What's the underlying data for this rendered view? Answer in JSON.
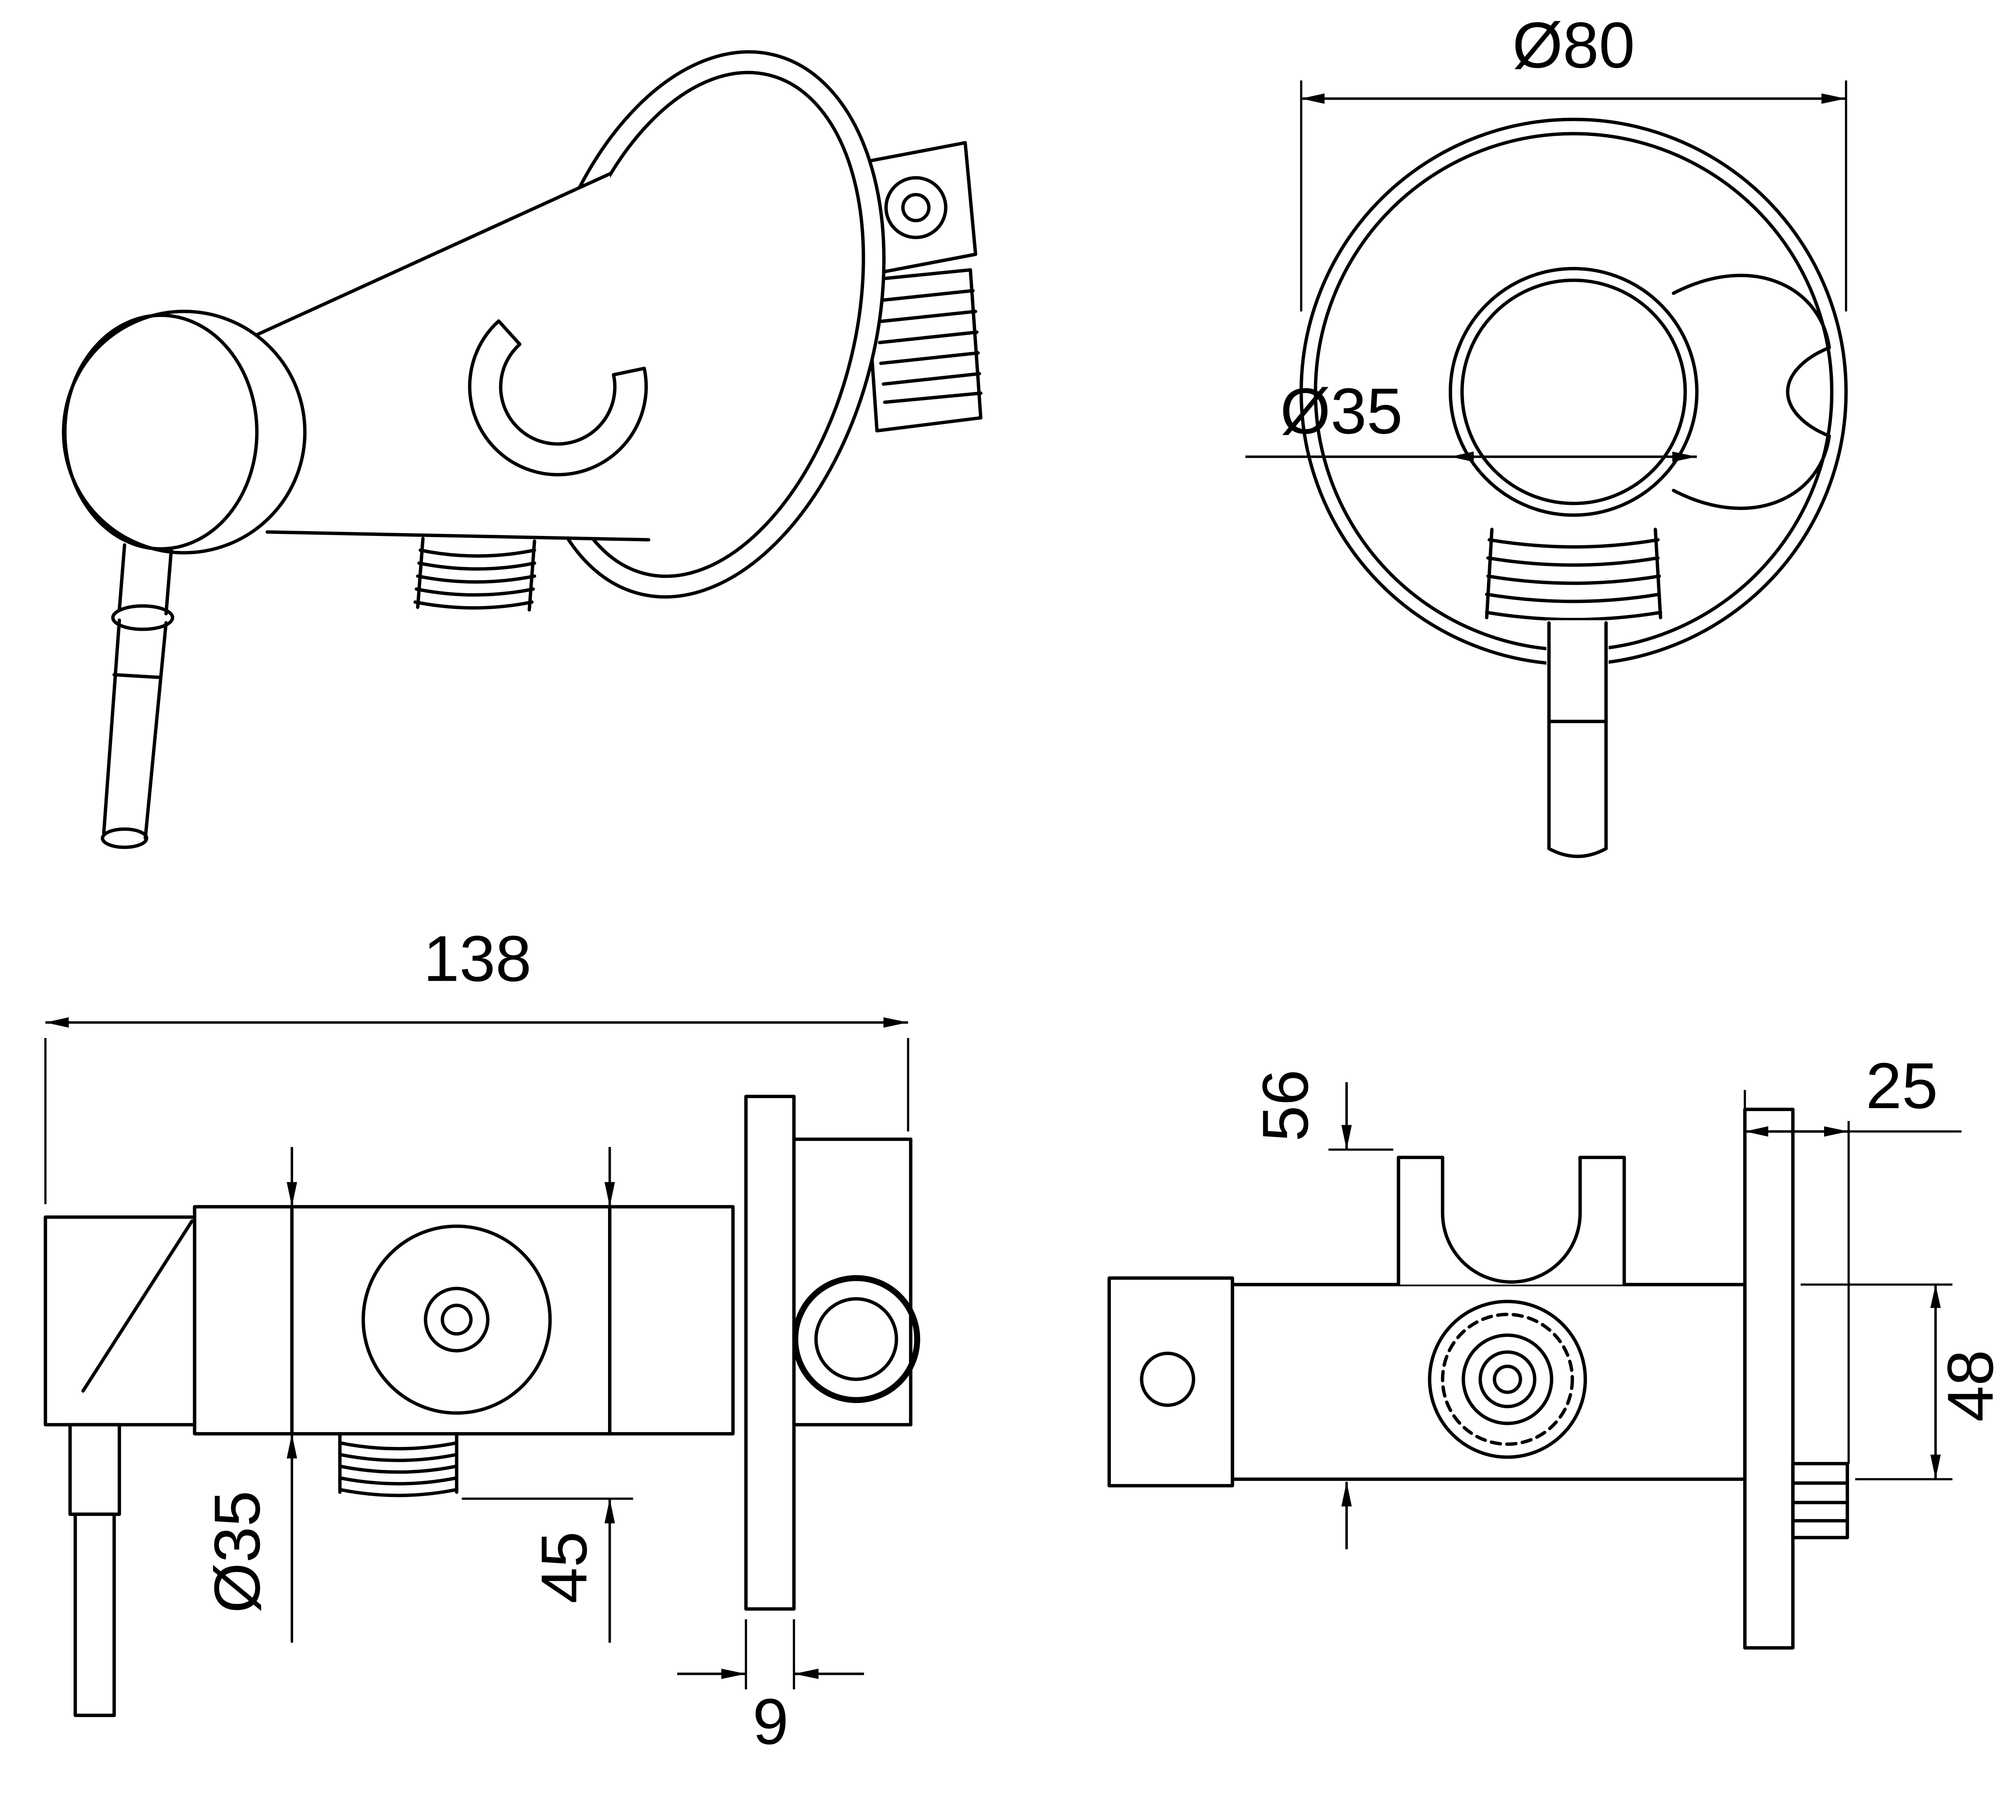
{
  "drawing": {
    "background_color": "#ffffff",
    "line_color": "#000000"
  },
  "views": {
    "front": {
      "dim_outer_diameter": "Ø80",
      "dim_holder_diameter": "Ø35"
    },
    "side": {
      "dim_total_length": "138",
      "dim_body_diameter": "Ø35",
      "dim_outlet_drop": "45",
      "dim_plate_thickness": "9"
    },
    "profile": {
      "dim_holder_height": "56",
      "dim_wall_offset": "25",
      "dim_body_height": "48"
    }
  }
}
